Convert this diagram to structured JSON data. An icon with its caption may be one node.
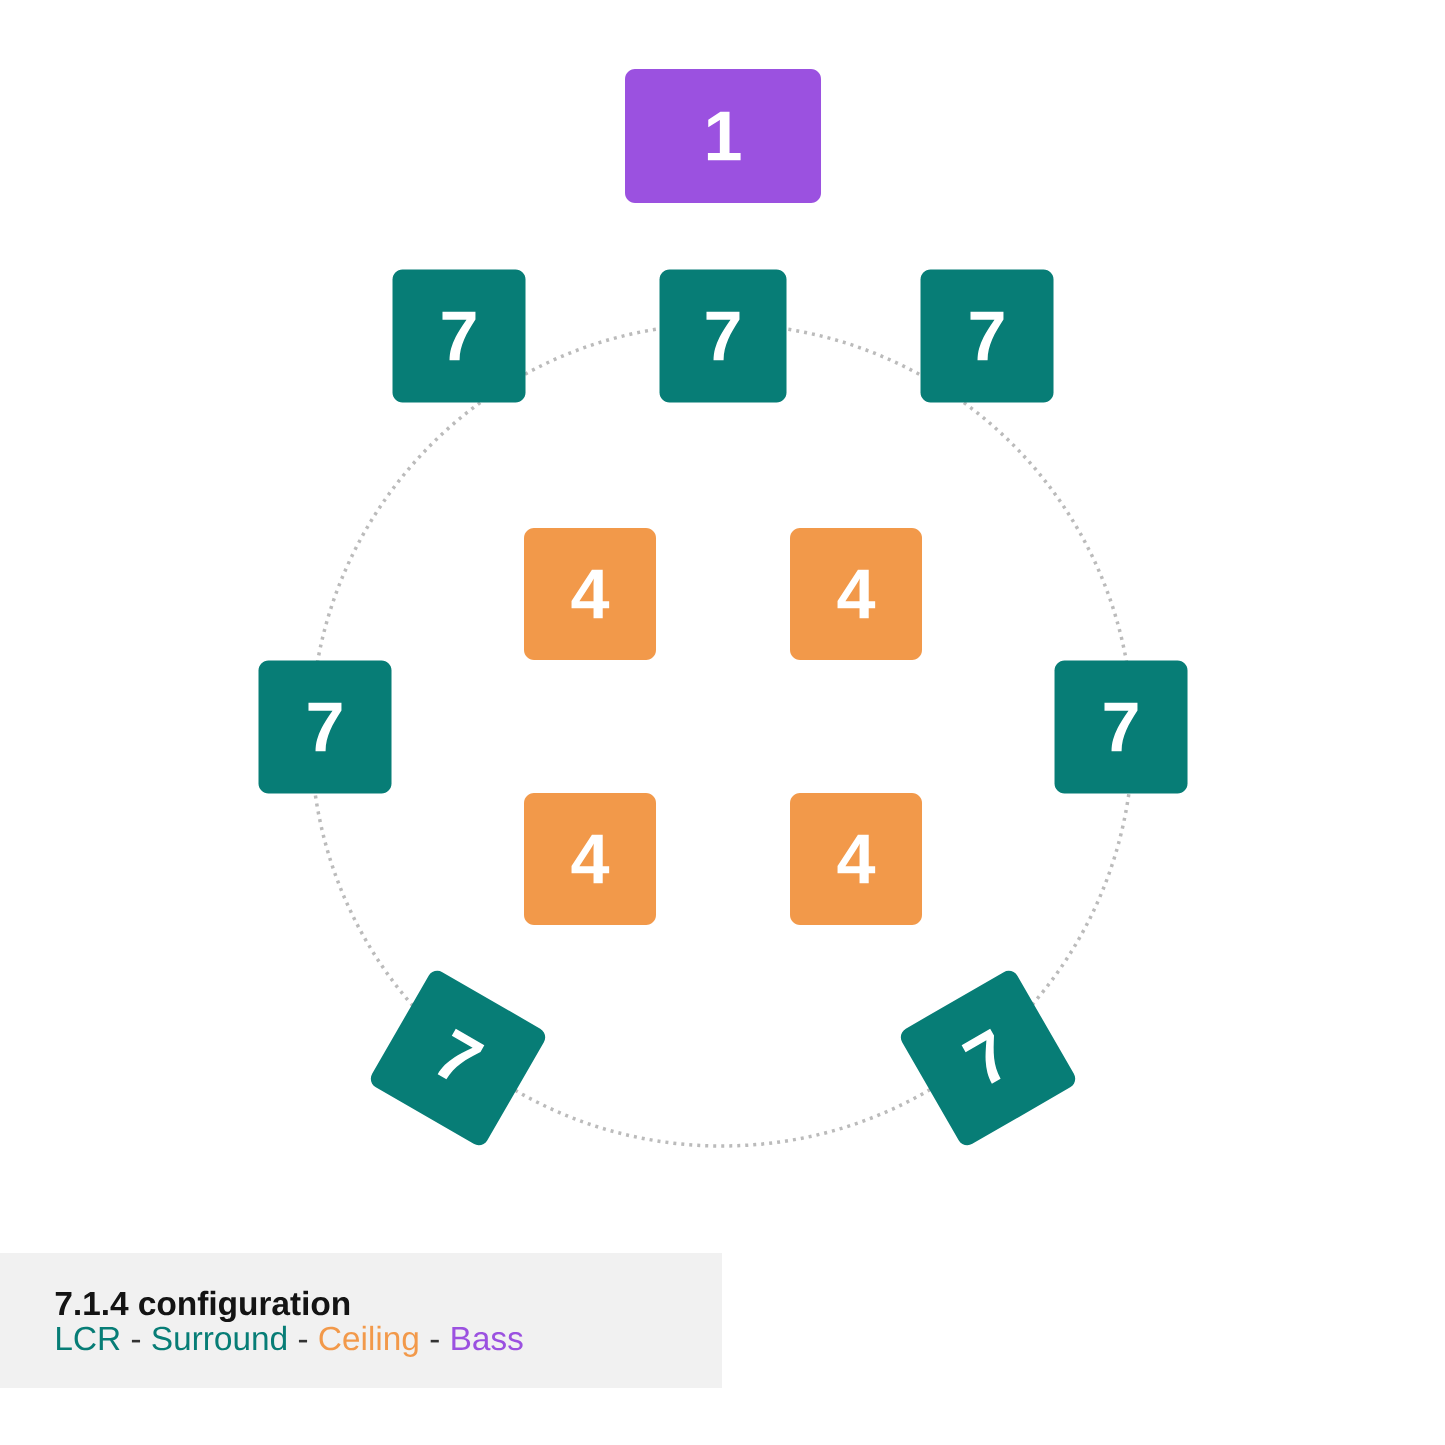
{
  "diagram": {
    "nodes": [
      {
        "text": [
          "1"
        ]
      },
      {
        "text": [
          "7"
        ]
      },
      {
        "text": [
          "7"
        ]
      },
      {
        "text": [
          "7"
        ]
      },
      {
        "text": [
          "4"
        ]
      },
      {
        "text": [
          "4"
        ]
      },
      {
        "text": [
          "7"
        ]
      },
      {
        "text": [
          "7"
        ]
      },
      {
        "text": [
          "4"
        ]
      },
      {
        "text": [
          "4"
        ]
      },
      {
        "text": [
          "7"
        ]
      },
      {
        "text": [
          "7"
        ]
      }
    ],
    "labels": [
      "7.1.4 configuration",
      "-",
      "-",
      "-"
    ],
    "legend": [
      {
        "text": "LCR",
        "color": "#077d76"
      },
      {
        "text": "Surround",
        "color": "#077d76"
      },
      {
        "text": "Ceiling",
        "color": "#f2994a"
      },
      {
        "text": "Bass",
        "color": "#9b51e0"
      }
    ]
  }
}
